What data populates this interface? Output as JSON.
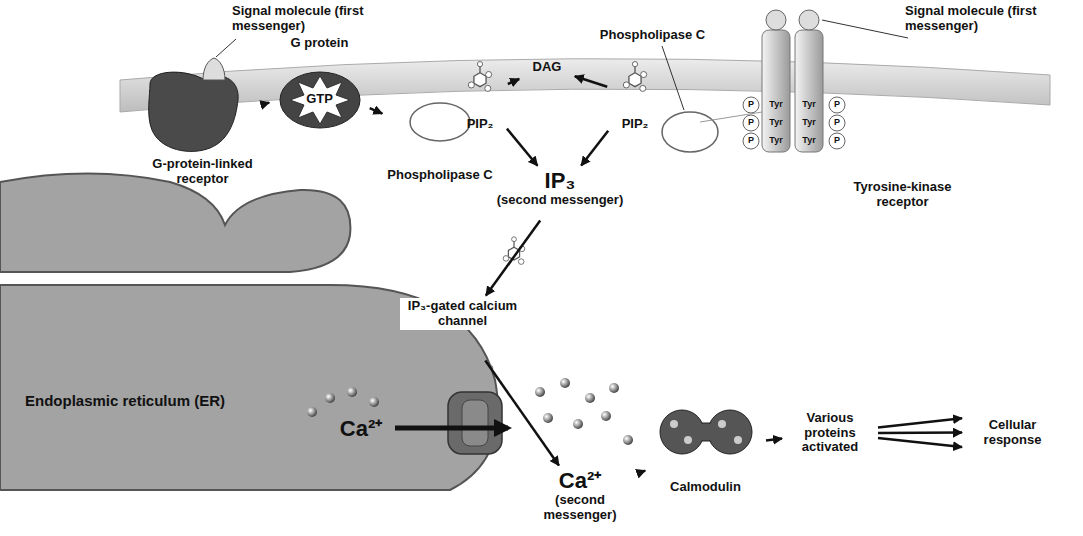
{
  "diagram": {
    "nodes": [
      {
        "text": [
          "G-protein-linked receptor"
        ]
      },
      {
        "text": [
          "G protein",
          "GTP"
        ]
      },
      {
        "text": [
          "Phospholipase C"
        ]
      },
      {
        "text": [
          "PIP₂"
        ]
      },
      {
        "text": [
          "DAG"
        ]
      },
      {
        "text": [
          "PIP₂"
        ]
      },
      {
        "text": [
          "Phospholipase C"
        ]
      },
      {
        "text": [
          "IP₃",
          "(second messenger)"
        ]
      },
      {
        "text": [
          "Tyrosine-kinase receptor"
        ]
      },
      {
        "text": [
          "Endoplasmic reticulum (ER)",
          "Ca²⁺"
        ]
      },
      {
        "text": [
          "IP₃-gated calcium channel"
        ],
        "in": 9
      },
      {
        "text": [
          "Ca²⁺",
          "(second messenger)"
        ]
      },
      {
        "text": [
          "Calmodulin"
        ]
      },
      {
        "text": [
          "Various proteins activated"
        ]
      },
      {
        "text": [
          "Cellular response"
        ]
      }
    ],
    "edges": [
      {
        "from": 0,
        "to": 1,
        "arrow": "to"
      },
      {
        "from": 1,
        "to": 2,
        "arrow": "to"
      },
      {
        "from": 3,
        "to": 4,
        "arrow": "to"
      },
      {
        "from": 5,
        "to": 4,
        "arrow": "to"
      },
      {
        "from": 3,
        "to": 7,
        "arrow": "to"
      },
      {
        "from": 5,
        "to": 7,
        "arrow": "to"
      },
      {
        "from": 7,
        "to": 10,
        "arrow": "to"
      },
      {
        "from": 10,
        "to": 11,
        "arrow": "to"
      },
      {
        "from": 11,
        "to": 12,
        "arrow": "to"
      },
      {
        "from": 12,
        "to": 13,
        "arrow": "to"
      },
      {
        "from": 13,
        "to": 14,
        "arrow": "to"
      },
      {
        "from": 13,
        "to": 14,
        "arrow": "to"
      },
      {
        "from": 13,
        "to": 14,
        "arrow": "to"
      }
    ],
    "labels": [
      "Signal molecule (first messenger)",
      "Signal molecule (first messenger)",
      "P",
      "Tyr",
      "Tyr",
      "P",
      "P",
      "Tyr",
      "Tyr",
      "P",
      "P",
      "Tyr",
      "Tyr",
      "P"
    ]
  }
}
